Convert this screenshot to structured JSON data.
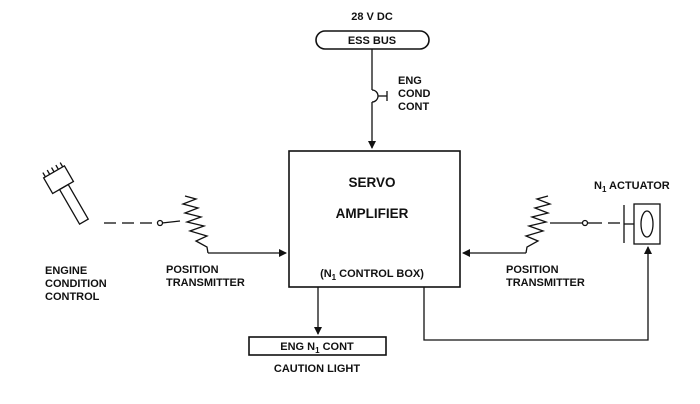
{
  "supply": {
    "voltage": "28 V DC",
    "bus": "ESS BUS"
  },
  "breaker": {
    "line1": "ENG",
    "line2": "COND",
    "line3": "CONT"
  },
  "servo_box": {
    "title1": "SERVO",
    "title2": "AMPLIFIER",
    "sub_prefix": "(N",
    "sub_index": "1",
    "sub_suffix": " CONTROL BOX)"
  },
  "left_transmitter": {
    "line1": "POSITION",
    "line2": "TRANSMITTER"
  },
  "right_transmitter": {
    "line1": "POSITION",
    "line2": "TRANSMITTER"
  },
  "engine_control": {
    "line1": "ENGINE",
    "line2": "CONDITION",
    "line3": "CONTROL"
  },
  "actuator": {
    "prefix": "N",
    "index": "1",
    "suffix": " ACTUATOR"
  },
  "caution": {
    "light_prefix": "ENG N",
    "light_index": "1",
    "light_suffix": " CONT",
    "label": "CAUTION LIGHT"
  }
}
